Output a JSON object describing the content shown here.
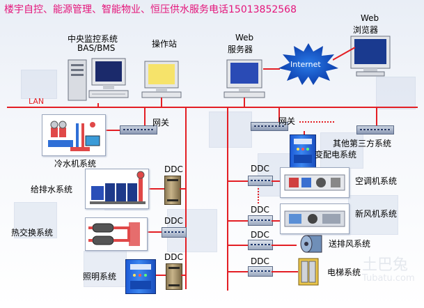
{
  "banner": "楼宇自控、能源管理、智能物业、恒压供水服务电话15013852568",
  "top": {
    "central_line1": "中央监控系统",
    "central_line2": "BAS/BMS",
    "workstation": "操作站",
    "web_server_line1": "Web",
    "web_server_line2": "服务器",
    "internet": "Internet",
    "browser_line1": "Web",
    "browser_line2": "浏览器"
  },
  "network": {
    "lan": "LAN",
    "gateway_left": "网关",
    "gateway_right": "网关",
    "third_party": "其他第三方系统",
    "substation": "变配电系统"
  },
  "left_systems": {
    "chiller": "冷水机系统",
    "water": "给排水系统",
    "heat_exchange": "热交换系统",
    "lighting": "照明系统"
  },
  "right_systems": {
    "ac": "空调机系统",
    "fresh_air": "新风机系统",
    "exhaust": "送排风系统",
    "elevator": "电梯系统"
  },
  "ddc": {
    "label": "DDC"
  },
  "watermark": {
    "line1": "土巴兔",
    "line2": "Tubatu.com"
  },
  "colors": {
    "bus": "#e31e24",
    "banner": "#e4147a"
  }
}
